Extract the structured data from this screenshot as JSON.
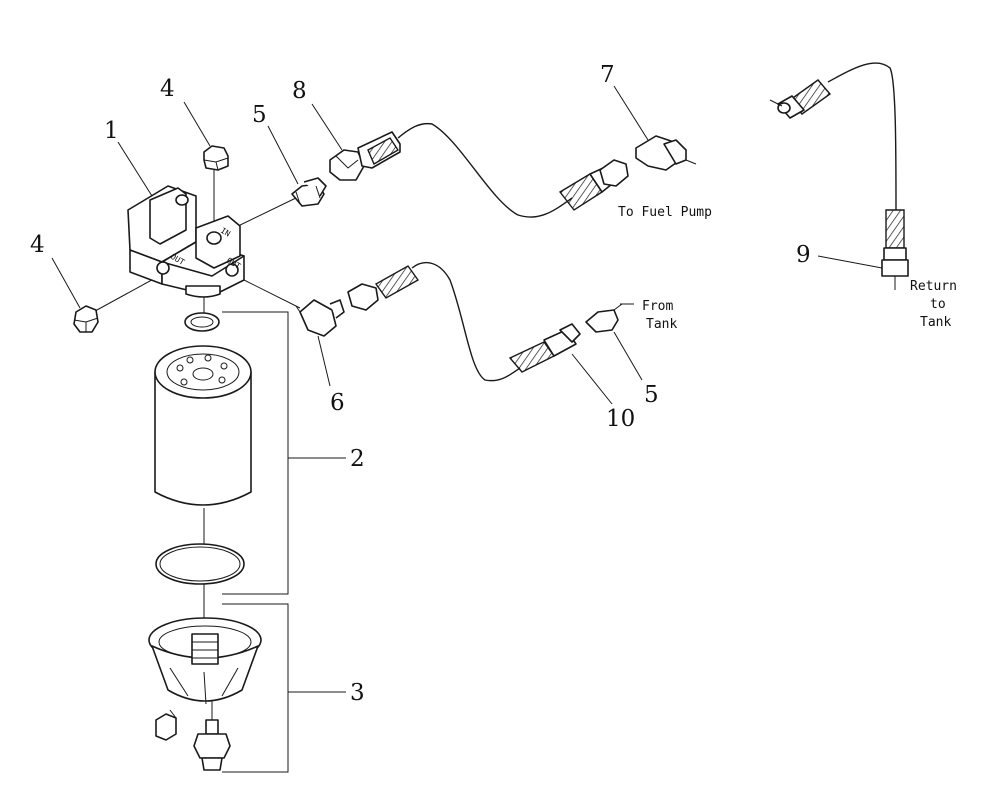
{
  "callouts": {
    "c1": "1",
    "c2": "2",
    "c3": "3",
    "c4a": "4",
    "c4b": "4",
    "c5a": "5",
    "c5b": "5",
    "c6": "6",
    "c7": "7",
    "c8": "8",
    "c9": "9",
    "c10": "10"
  },
  "labels": {
    "to_fuel_pump": "To Fuel Pump",
    "from_tank_line1": "From",
    "from_tank_line2": "Tank",
    "return_line1": "Return",
    "return_line2": "to",
    "return_line3": "Tank"
  },
  "head_marks": {
    "in": "IN",
    "out": "OUT",
    "out2": "OUT"
  }
}
